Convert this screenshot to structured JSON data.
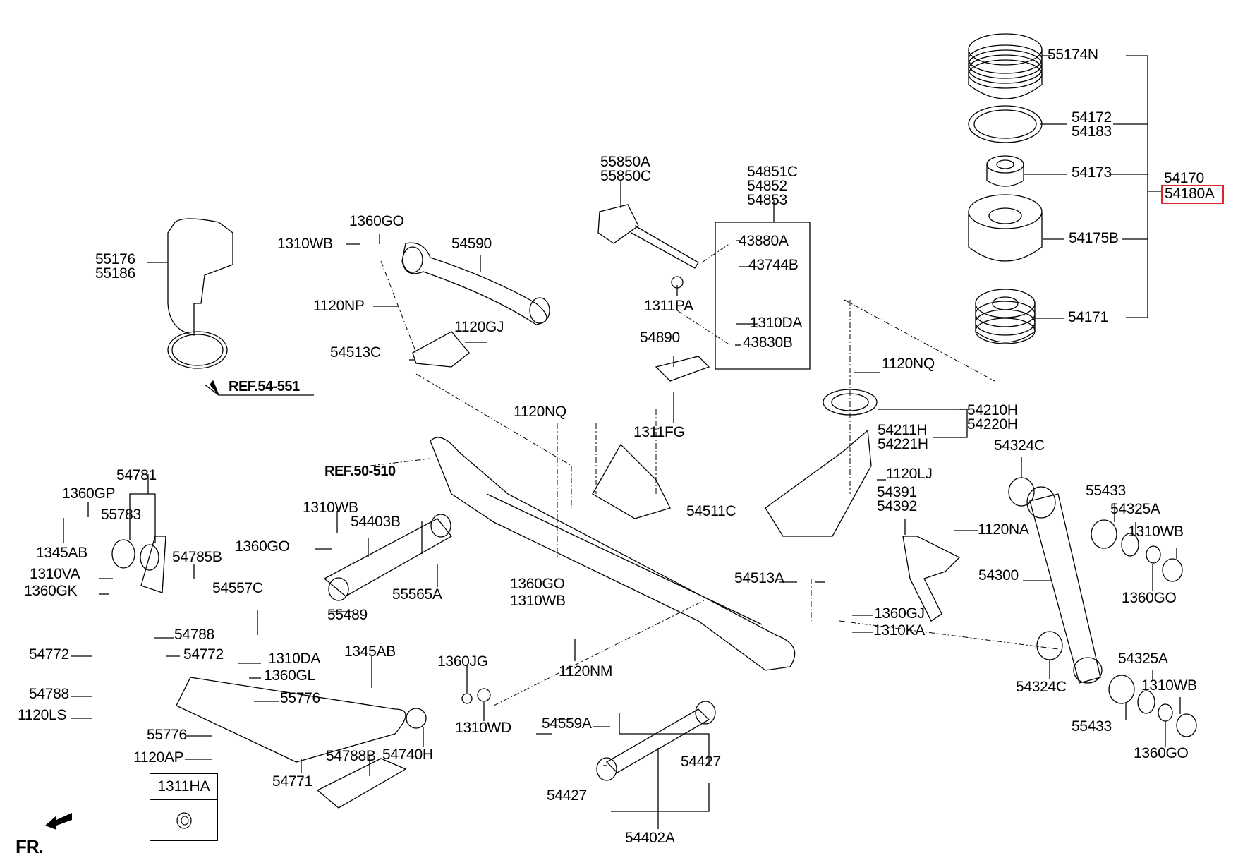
{
  "diagram": {
    "title": "Rear Suspension Exploded Parts Diagram",
    "highlight_color": "#e0242b",
    "highlighted_part": "54180A",
    "orientation_label": "FR.",
    "references": [
      {
        "id": "ref-54-551",
        "text": "REF.54-551"
      },
      {
        "id": "ref-50-510",
        "text": "REF.50-510"
      }
    ],
    "inset_box": {
      "label": "1311HA"
    },
    "labels": [
      {
        "id": "55174N",
        "text": "55174N"
      },
      {
        "id": "54172-54183",
        "text": "54172\n54183"
      },
      {
        "id": "54173",
        "text": "54173"
      },
      {
        "id": "54170",
        "text": "54170"
      },
      {
        "id": "54180A",
        "text": "54180A"
      },
      {
        "id": "54175B",
        "text": "54175B"
      },
      {
        "id": "54171",
        "text": "54171"
      },
      {
        "id": "55850A-C",
        "text": "55850A\n55850C"
      },
      {
        "id": "54851C-54853",
        "text": "54851C\n54852\n54853"
      },
      {
        "id": "43880A",
        "text": "43880A"
      },
      {
        "id": "43744B",
        "text": "43744B"
      },
      {
        "id": "1311PA",
        "text": "1311PA"
      },
      {
        "id": "1310DA-a",
        "text": "1310DA"
      },
      {
        "id": "43830B",
        "text": "43830B"
      },
      {
        "id": "54890",
        "text": "54890"
      },
      {
        "id": "1311FG",
        "text": "1311FG"
      },
      {
        "id": "55176-55186",
        "text": "55176\n55186"
      },
      {
        "id": "1360GO-a",
        "text": "1360GO"
      },
      {
        "id": "1310WB-a",
        "text": "1310WB"
      },
      {
        "id": "54590",
        "text": "54590"
      },
      {
        "id": "1120NP",
        "text": "1120NP"
      },
      {
        "id": "1120GJ",
        "text": "1120GJ"
      },
      {
        "id": "54513C",
        "text": "54513C"
      },
      {
        "id": "1120NQ-a",
        "text": "1120NQ"
      },
      {
        "id": "1120NQ-b",
        "text": "1120NQ"
      },
      {
        "id": "54210H-54220H",
        "text": "54210H\n54220H"
      },
      {
        "id": "54211H-54221H",
        "text": "54211H\n54221H"
      },
      {
        "id": "54324C-a",
        "text": "54324C"
      },
      {
        "id": "1120LJ",
        "text": "1120LJ"
      },
      {
        "id": "54391-54392",
        "text": "54391\n54392"
      },
      {
        "id": "1120NA",
        "text": "1120NA"
      },
      {
        "id": "55433-a",
        "text": "55433"
      },
      {
        "id": "54325A-a",
        "text": "54325A"
      },
      {
        "id": "1310WB-b",
        "text": "1310WB"
      },
      {
        "id": "1360GO-b",
        "text": "1360GO"
      },
      {
        "id": "54300",
        "text": "54300"
      },
      {
        "id": "54511C",
        "text": "54511C"
      },
      {
        "id": "54513A",
        "text": "54513A"
      },
      {
        "id": "1360GJ",
        "text": "1360GJ"
      },
      {
        "id": "1310KA",
        "text": "1310KA"
      },
      {
        "id": "54324C-b",
        "text": "54324C"
      },
      {
        "id": "54325A-b",
        "text": "54325A"
      },
      {
        "id": "1310WB-c",
        "text": "1310WB"
      },
      {
        "id": "55433-b",
        "text": "55433"
      },
      {
        "id": "1360GO-c",
        "text": "1360GO"
      },
      {
        "id": "54781",
        "text": "54781"
      },
      {
        "id": "1360GP",
        "text": "1360GP"
      },
      {
        "id": "55783",
        "text": "55783"
      },
      {
        "id": "1345AB-a",
        "text": "1345AB"
      },
      {
        "id": "54785B",
        "text": "54785B"
      },
      {
        "id": "1310VA",
        "text": "1310VA"
      },
      {
        "id": "1360GK",
        "text": "1360GK"
      },
      {
        "id": "54557C",
        "text": "54557C"
      },
      {
        "id": "54788-a",
        "text": "54788"
      },
      {
        "id": "54772-a",
        "text": "54772"
      },
      {
        "id": "54772-b",
        "text": "54772"
      },
      {
        "id": "54788-b",
        "text": "54788"
      },
      {
        "id": "1120LS",
        "text": "1120LS"
      },
      {
        "id": "1310WB-d",
        "text": "1310WB"
      },
      {
        "id": "54403B",
        "text": "54403B"
      },
      {
        "id": "1360GO-d",
        "text": "1360GO"
      },
      {
        "id": "55565A",
        "text": "55565A"
      },
      {
        "id": "55489",
        "text": "55489"
      },
      {
        "id": "1310DA-b",
        "text": "1310DA"
      },
      {
        "id": "1360GL",
        "text": "1360GL"
      },
      {
        "id": "55776-a",
        "text": "55776"
      },
      {
        "id": "55776-b",
        "text": "55776"
      },
      {
        "id": "1120AP",
        "text": "1120AP"
      },
      {
        "id": "54771",
        "text": "54771"
      },
      {
        "id": "1345AB-b",
        "text": "1345AB"
      },
      {
        "id": "1360JG",
        "text": "1360JG"
      },
      {
        "id": "1310WD",
        "text": "1310WD"
      },
      {
        "id": "54740H",
        "text": "54740H"
      },
      {
        "id": "54788B",
        "text": "54788B"
      },
      {
        "id": "1360GO-e",
        "text": "1360GO"
      },
      {
        "id": "1310WB-e",
        "text": "1310WB"
      },
      {
        "id": "1120NM",
        "text": "1120NM"
      },
      {
        "id": "54559A",
        "text": "54559A"
      },
      {
        "id": "54427-a",
        "text": "54427"
      },
      {
        "id": "54427-b",
        "text": "54427"
      },
      {
        "id": "54402A",
        "text": "54402A"
      }
    ]
  }
}
